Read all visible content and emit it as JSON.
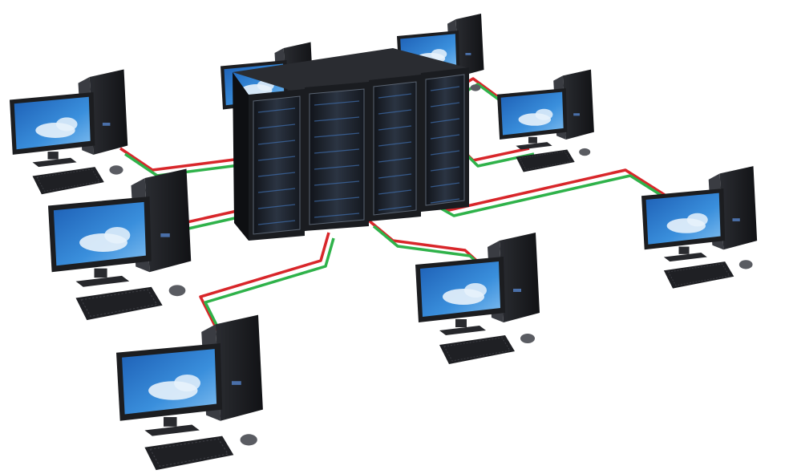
{
  "scene": {
    "subject": "network",
    "workstation_count": 8,
    "server_rack_count": 4
  },
  "colors": {
    "background": "#ffffff",
    "cable_red": "#d8262a",
    "cable_green": "#2fb24a",
    "rack_body": "#1a1c20",
    "rack_glass": "#2a3340",
    "screen_sky": "#2f7fd0",
    "cloud": "#e8f2fb",
    "device_black": "#1c1d20"
  }
}
